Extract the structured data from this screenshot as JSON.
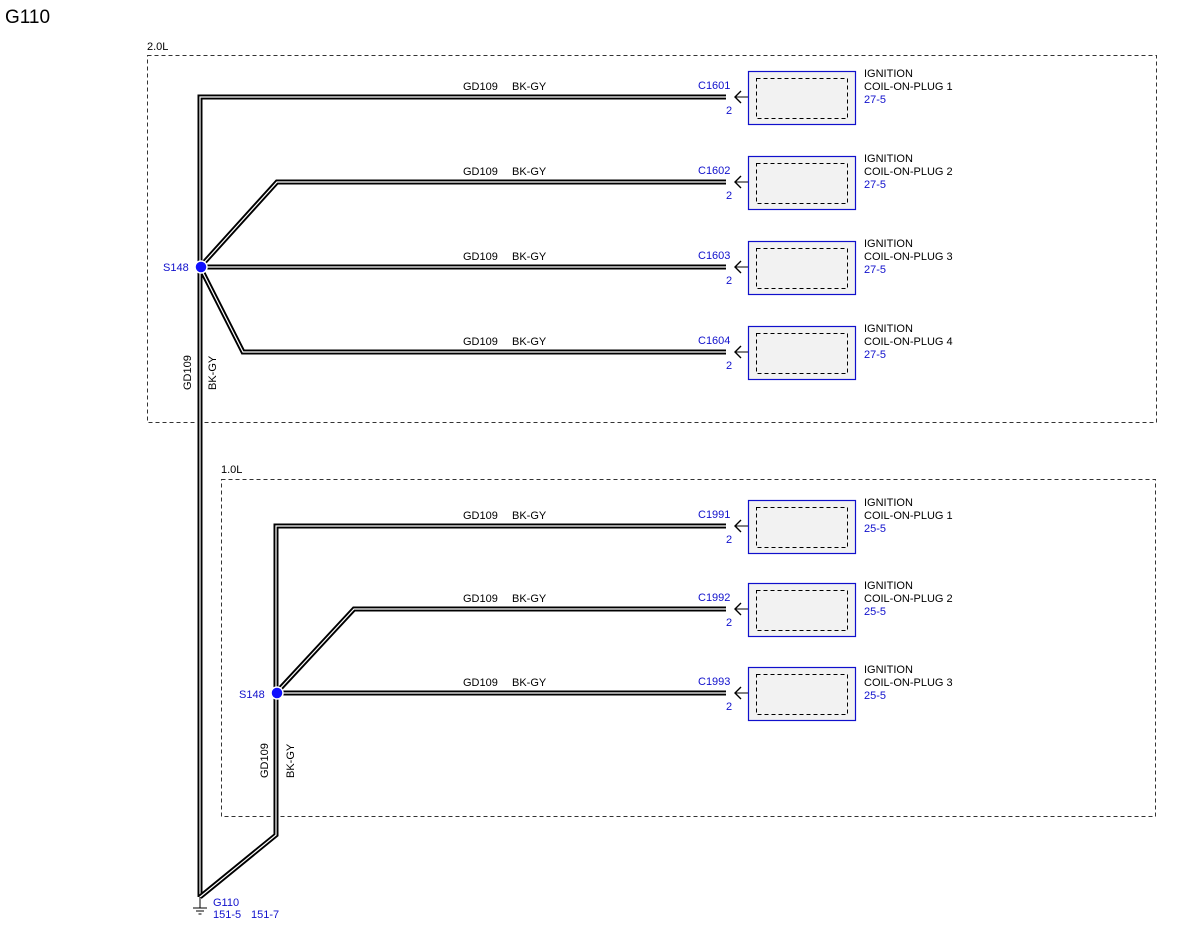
{
  "title": "G110",
  "engines": [
    {
      "label": "2.0L",
      "splice": "S148",
      "trunk_wire": {
        "circuit": "GD109",
        "color": "BK-GY"
      },
      "branches": [
        {
          "circuit": "GD109",
          "color": "BK-GY",
          "connector": "C1601",
          "pin": "2",
          "component": [
            "IGNITION",
            "COIL-ON-PLUG 1"
          ],
          "ref": "27-5"
        },
        {
          "circuit": "GD109",
          "color": "BK-GY",
          "connector": "C1602",
          "pin": "2",
          "component": [
            "IGNITION",
            "COIL-ON-PLUG 2"
          ],
          "ref": "27-5"
        },
        {
          "circuit": "GD109",
          "color": "BK-GY",
          "connector": "C1603",
          "pin": "2",
          "component": [
            "IGNITION",
            "COIL-ON-PLUG 3"
          ],
          "ref": "27-5"
        },
        {
          "circuit": "GD109",
          "color": "BK-GY",
          "connector": "C1604",
          "pin": "2",
          "component": [
            "IGNITION",
            "COIL-ON-PLUG 4"
          ],
          "ref": "27-5"
        }
      ]
    },
    {
      "label": "1.0L",
      "splice": "S148",
      "trunk_wire": {
        "circuit": "GD109",
        "color": "BK-GY"
      },
      "branches": [
        {
          "circuit": "GD109",
          "color": "BK-GY",
          "connector": "C1991",
          "pin": "2",
          "component": [
            "IGNITION",
            "COIL-ON-PLUG 1"
          ],
          "ref": "25-5"
        },
        {
          "circuit": "GD109",
          "color": "BK-GY",
          "connector": "C1992",
          "pin": "2",
          "component": [
            "IGNITION",
            "COIL-ON-PLUG 2"
          ],
          "ref": "25-5"
        },
        {
          "circuit": "GD109",
          "color": "BK-GY",
          "connector": "C1993",
          "pin": "2",
          "component": [
            "IGNITION",
            "COIL-ON-PLUG 3"
          ],
          "ref": "25-5"
        }
      ]
    }
  ],
  "ground": {
    "name": "G110",
    "refs": [
      "151-5",
      "151-7"
    ]
  },
  "colors": {
    "reference_blue": "#1010cc",
    "splice_blue": "#1010ff",
    "wire": "#000000"
  }
}
